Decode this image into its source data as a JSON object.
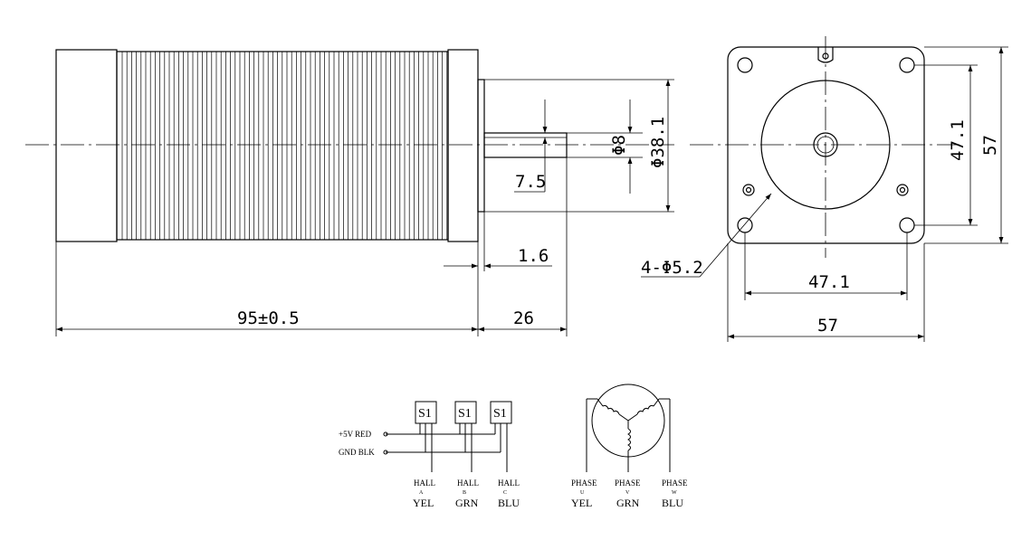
{
  "dims": {
    "length": "95±0.5",
    "shaft_length": "26",
    "flange_thickness": "1.6",
    "shaft_flat": "7.5",
    "shaft_diameter": "Φ8",
    "pilot_diameter": "Φ38.1",
    "hole_spacing_h": "47.1",
    "hole_spacing_v": "47.1",
    "flange_width": "57",
    "flange_height": "57",
    "holes": "4-Φ5.2"
  },
  "wiring": {
    "sensor_label": "S1",
    "power_plus": "+5V RED",
    "power_gnd": "GND BLK",
    "hall": [
      {
        "name": "HALL",
        "sub": "A",
        "color": "YEL"
      },
      {
        "name": "HALL",
        "sub": "B",
        "color": "GRN"
      },
      {
        "name": "HALL",
        "sub": "C",
        "color": "BLU"
      }
    ],
    "phase": [
      {
        "name": "PHASE",
        "sub": "U",
        "color": "YEL"
      },
      {
        "name": "PHASE",
        "sub": "V",
        "color": "GRN"
      },
      {
        "name": "PHASE",
        "sub": "W",
        "color": "BLU"
      }
    ]
  }
}
